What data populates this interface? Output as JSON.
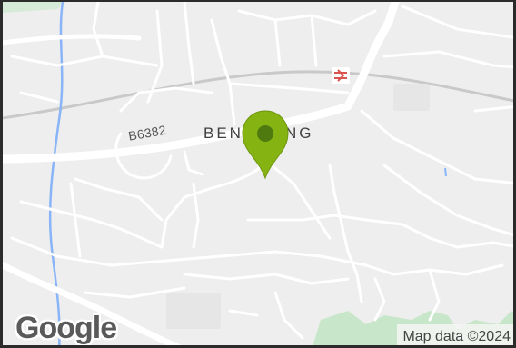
{
  "map": {
    "road_label": "B6382",
    "place_label": "BEN     DDING",
    "attribution": "Map data ©2024",
    "logo_text": "Google",
    "marker_color": "#85b312",
    "marker_center_color": "#4f7a10",
    "rail_icon_color": "#d9534f",
    "park_color": "#c8e6c9",
    "water_color": "#8ab4f8",
    "road_color": "#ffffff",
    "railway_color": "#c9c9c9"
  }
}
